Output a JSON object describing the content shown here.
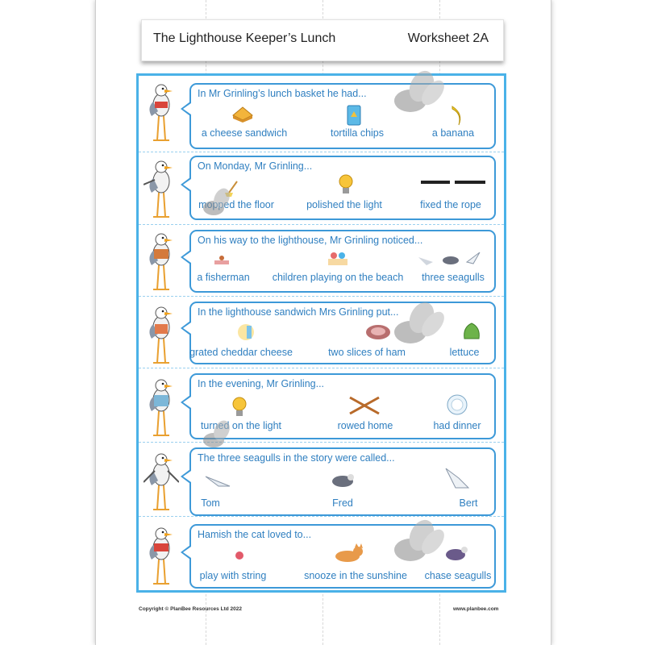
{
  "header": {
    "title": "The Lighthouse Keeper’s Lunch",
    "worksheet": "Worksheet 2A"
  },
  "rows": [
    {
      "prompt": "In Mr Grinling’s lunch basket he had...",
      "options": [
        "a cheese sandwich",
        "tortilla chips",
        "a banana"
      ]
    },
    {
      "prompt": "On Monday, Mr Grinling...",
      "options": [
        "mopped the floor",
        "polished the light",
        "fixed the rope"
      ]
    },
    {
      "prompt": "On his way to the lighthouse, Mr Grinling noticed...",
      "options": [
        "a fisherman",
        "children playing on the beach",
        "three seagulls"
      ]
    },
    {
      "prompt": "In the lighthouse sandwich Mrs Grinling put...",
      "options": [
        "grated cheddar cheese",
        "two slices of ham",
        "lettuce"
      ]
    },
    {
      "prompt": "In the evening, Mr Grinling...",
      "options": [
        "turned on the light",
        "rowed home",
        "had dinner"
      ]
    },
    {
      "prompt": "The three seagulls in the story were called...",
      "options": [
        "Tom",
        "Fred",
        "Bert"
      ]
    },
    {
      "prompt": "Hamish the cat loved to...",
      "options": [
        "play with string",
        "snooze in the sunshine",
        "chase seagulls"
      ]
    }
  ],
  "footer": {
    "copyright": "Copyright © PlanBee Resources Ltd 2022",
    "website": "www.planbee.com"
  },
  "colors": {
    "frame": "#4ab2e8",
    "bubble_border": "#3d99d8",
    "text": "#2f7fc0"
  },
  "icons": [
    "seagull-icon",
    "cheese-sandwich-icon",
    "tortilla-chips-icon",
    "banana-icon",
    "mop-icon",
    "lightbulb-icon",
    "rope-icon",
    "fisherman-icon",
    "beach-children-icon",
    "cheese-icon",
    "ham-icon",
    "lettuce-icon",
    "oars-icon",
    "plate-icon",
    "string-icon",
    "cat-icon",
    "watermark-bee-icon"
  ]
}
